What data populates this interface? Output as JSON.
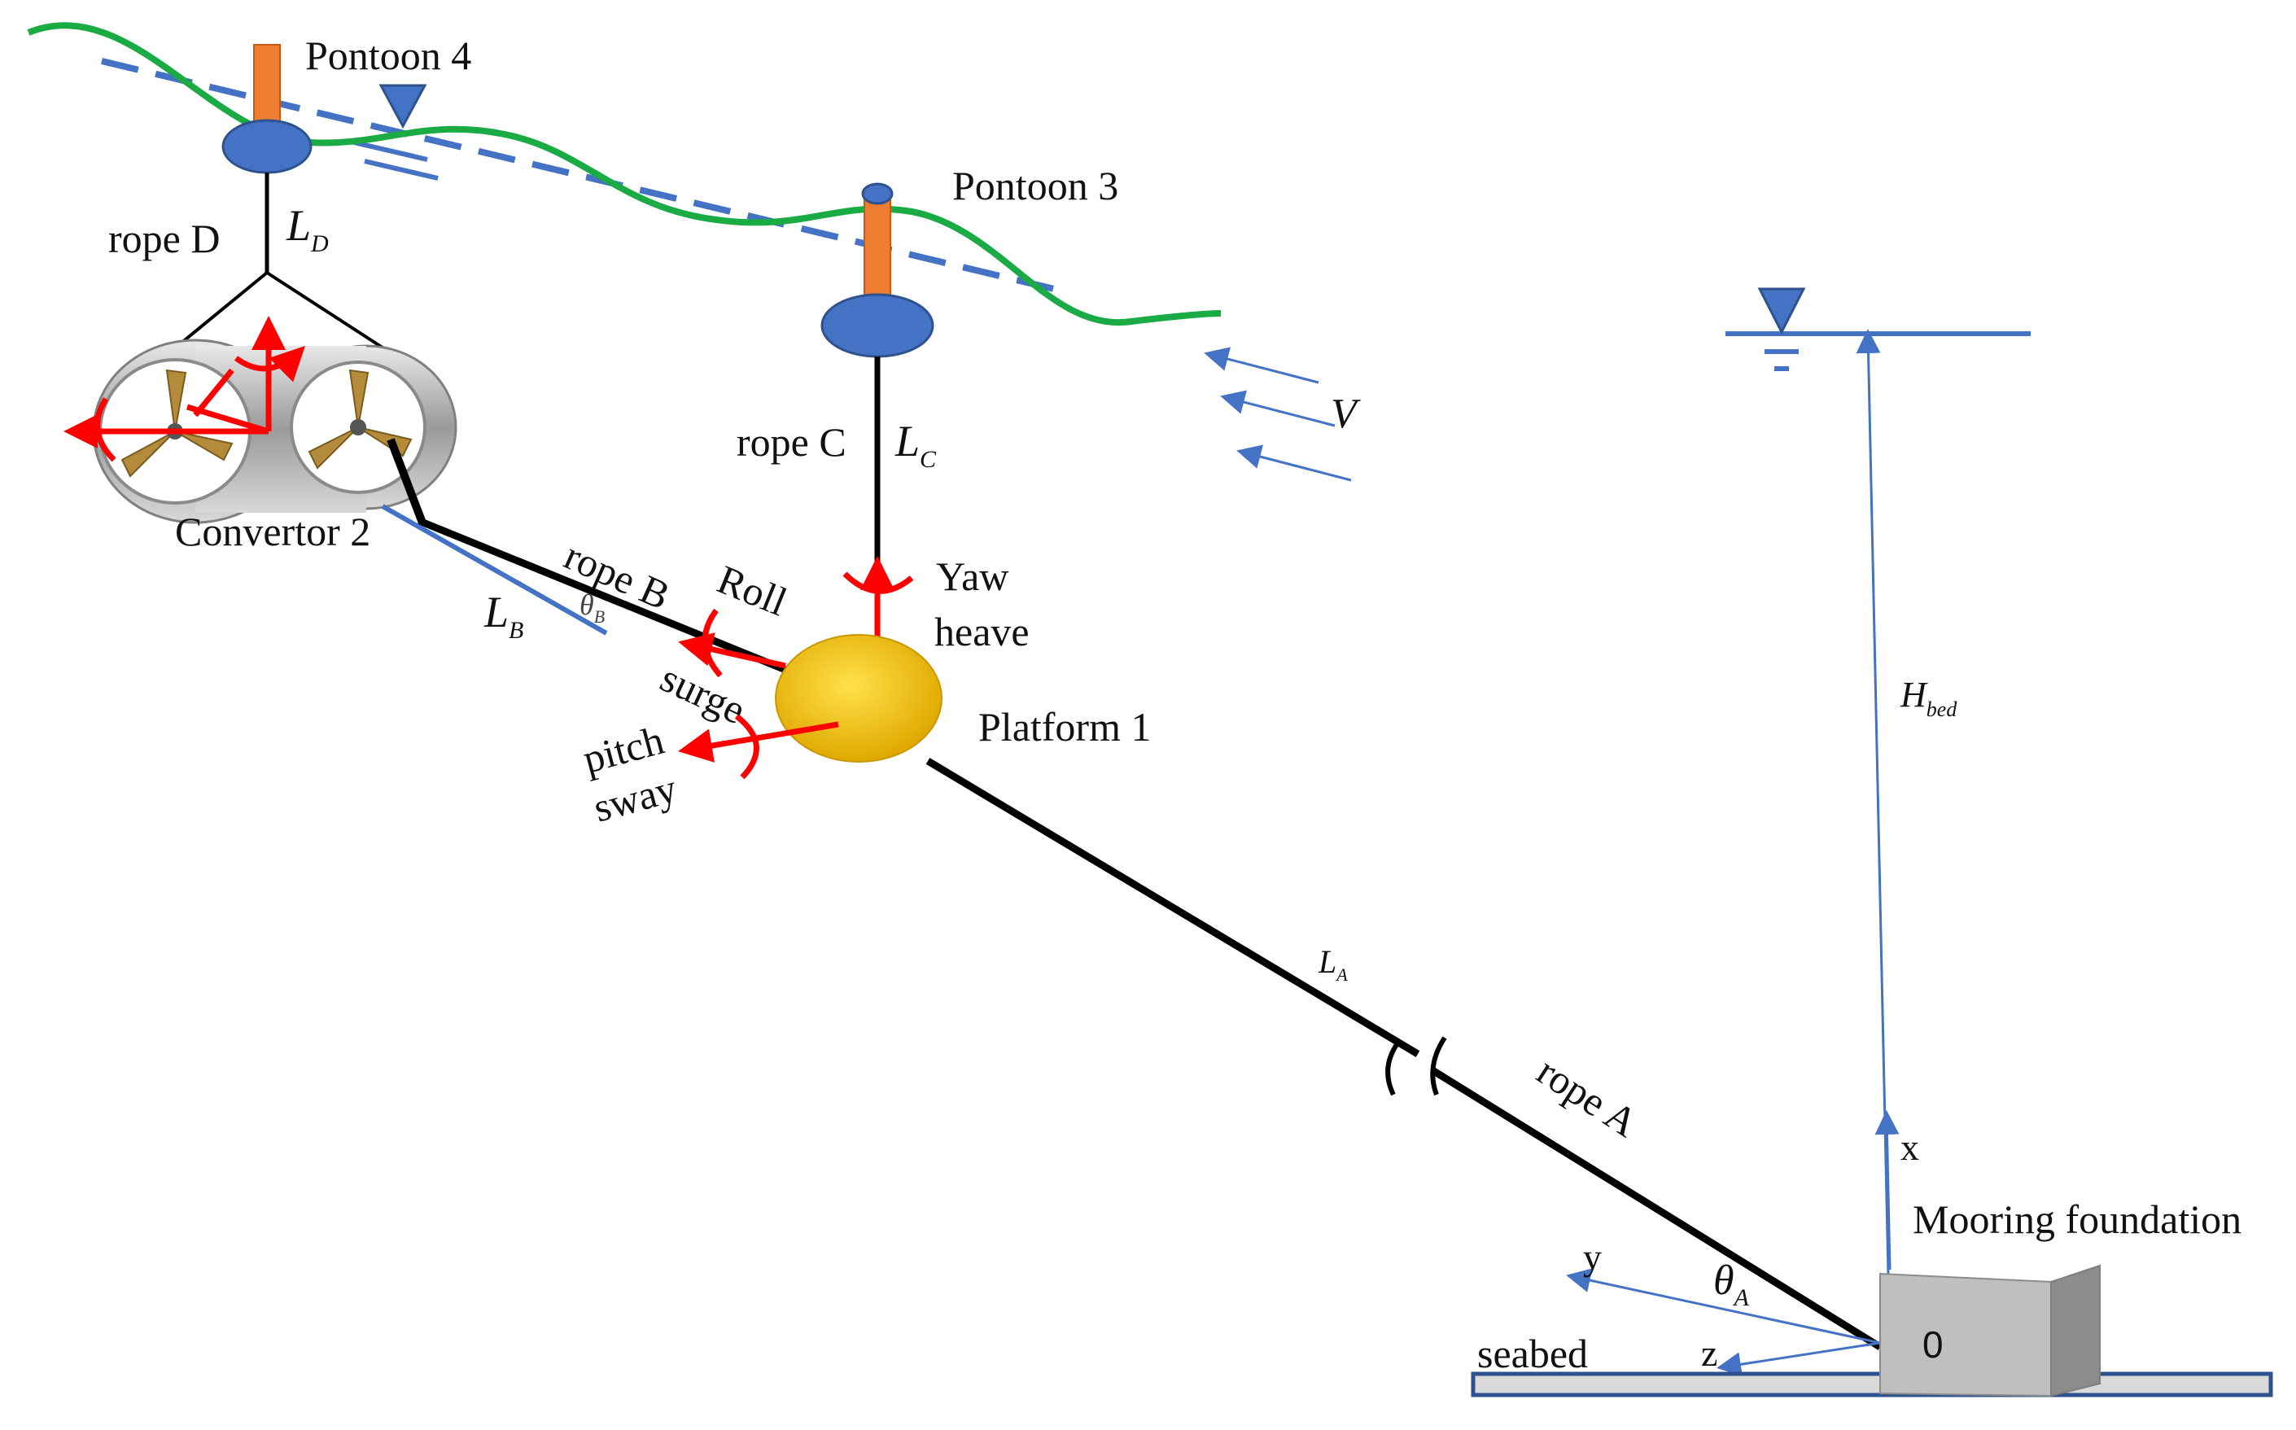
{
  "labels": {
    "pontoon4": "Pontoon 4",
    "pontoon3": "Pontoon 3",
    "rope_d": "rope D",
    "rope_c": "rope C",
    "rope_b": "rope B",
    "rope_a": "rope A",
    "convertor": "Convertor 2",
    "platform": "Platform 1",
    "roll": "Roll",
    "yaw": "Yaw",
    "heave": "heave",
    "surge": "surge",
    "pitch": "pitch",
    "sway": "sway",
    "velocity": "V",
    "mooring": "Mooring foundation",
    "seabed": "seabed",
    "origin": "0",
    "axis_x": "x",
    "axis_y": "y",
    "axis_z": "z"
  },
  "symbols": {
    "ld": {
      "main": "L",
      "sub": "D"
    },
    "lc": {
      "main": "L",
      "sub": "C"
    },
    "lb": {
      "main": "L",
      "sub": "B"
    },
    "la": {
      "main": "L",
      "sub": "A"
    },
    "theta_b": {
      "main": "θ",
      "sub": "B"
    },
    "theta_a": {
      "main": "θ",
      "sub": "A"
    },
    "hbed": {
      "main": "H",
      "sub": "bed"
    }
  },
  "colors": {
    "wave": "#1aab45",
    "water_line": "#4472c4",
    "rope": "#000000",
    "motion_arrow": "#ff0000",
    "pontoon_body": "#4472c4",
    "pontoon_mast": "#ed7d31",
    "platform": "#f2c21b",
    "foundation": "#a6a6a6"
  }
}
